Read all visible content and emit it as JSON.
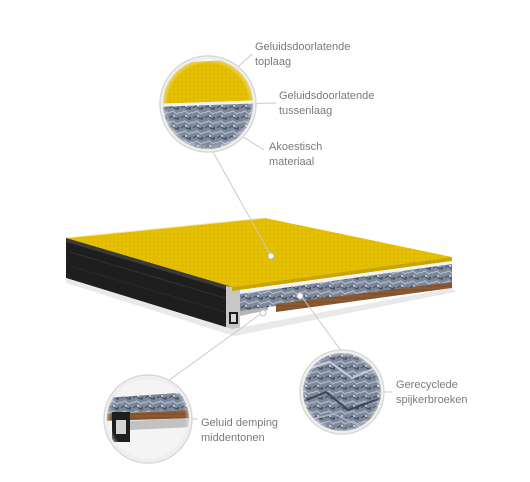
{
  "labels": {
    "top_layer": {
      "line1": "Geluidsdoorlatende",
      "line2": "toplaag"
    },
    "middle_layer": {
      "line1": "Geluidsdoorlatende",
      "line2": "tussenlaag"
    },
    "acoustic": {
      "line1": "Akoestisch",
      "line2": "materiaal"
    },
    "recycled": {
      "line1": "Gerecyclede",
      "line2": "spijkerbroeken"
    },
    "midtones": {
      "line1": "Geluid demping",
      "line2": "middentonen"
    }
  },
  "colors": {
    "fabric_yellow": "#e5c000",
    "frame_black": "#1e1e1e",
    "felt_blue": "#7f8a9c",
    "wood_brown": "#8a5a32",
    "leader_line": "#c9c9c9",
    "label_text": "#7a7a7a"
  }
}
